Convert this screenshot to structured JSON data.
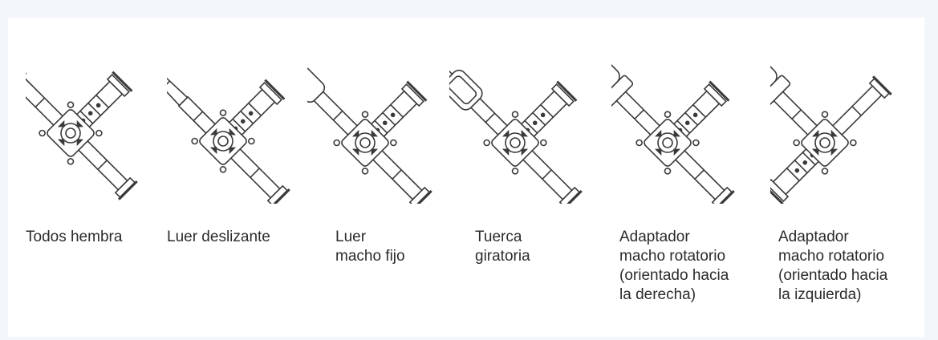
{
  "connectors": [
    {
      "id": "all-female",
      "lines": [
        "Todos hembra"
      ],
      "top_port": "female"
    },
    {
      "id": "luer-slip",
      "lines": [
        "Luer deslizante"
      ],
      "top_port": "slip"
    },
    {
      "id": "fixed-male-luer",
      "lines": [
        "Luer",
        "macho fijo"
      ],
      "top_port": "fixed-male"
    },
    {
      "id": "spin-nut",
      "lines": [
        "Tuerca",
        "giratoria"
      ],
      "top_port": "spin-nut"
    },
    {
      "id": "rotating-male-right",
      "lines": [
        "Adaptador",
        "macho rotatorio",
        "(orientado hacia",
        "la derecha)"
      ],
      "top_port": "rotating-male"
    },
    {
      "id": "rotating-male-left",
      "lines": [
        "Adaptador",
        "macho rotatorio",
        "(orientado hacia",
        "la izquierda)"
      ],
      "top_port": "rotating-male"
    }
  ],
  "colors": {
    "background": "#f3f6fb",
    "panel": "#ffffff",
    "stroke": "#3a3a3a",
    "text": "#2b2b2b"
  }
}
